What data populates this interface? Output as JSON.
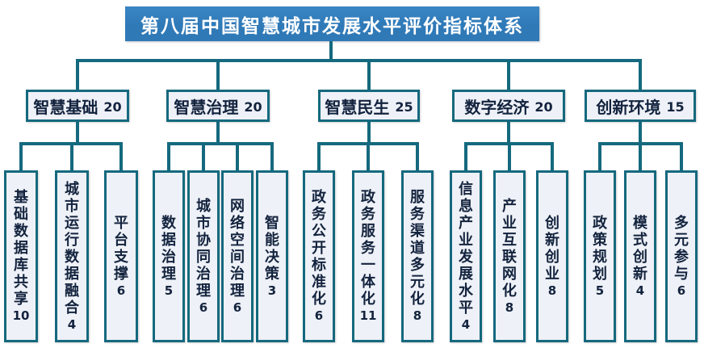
{
  "title": {
    "text": "第八届中国智慧城市发展水平评价指标体系"
  },
  "colors": {
    "connector": "#15697e",
    "title_fill": "#2f79b7",
    "title_fill_light": "#3b86c4",
    "title_text": "#ffffff",
    "node_fill": "#eef1f7",
    "node_border": "#15697e",
    "node_text": "#13233e"
  },
  "groups": [
    {
      "label": "智慧基础",
      "score": "20",
      "children": [
        {
          "label": "基础数据库共享",
          "score": "10"
        },
        {
          "label": "城市运行数据融合",
          "score": "4"
        },
        {
          "label": "平台支撑",
          "score": "6"
        }
      ]
    },
    {
      "label": "智慧治理",
      "score": "20",
      "children": [
        {
          "label": "数据治理",
          "score": "5"
        },
        {
          "label": "城市协同治理",
          "score": "6"
        },
        {
          "label": "网络空间治理",
          "score": "6"
        },
        {
          "label": "智能决策",
          "score": "3"
        }
      ]
    },
    {
      "label": "智慧民生",
      "score": "25",
      "children": [
        {
          "label": "政务公开标准化",
          "score": "6"
        },
        {
          "label": "政务服务一体化",
          "score": "11"
        },
        {
          "label": "服务渠道多元化",
          "score": "8"
        }
      ]
    },
    {
      "label": "数字经济",
      "score": "20",
      "children": [
        {
          "label": "信息产业发展水平",
          "score": "4"
        },
        {
          "label": "产业互联网化",
          "score": "8"
        },
        {
          "label": "创新创业",
          "score": "8"
        }
      ]
    },
    {
      "label": "创新环境",
      "score": "15",
      "children": [
        {
          "label": "政策规划",
          "score": "5"
        },
        {
          "label": "模式创新",
          "score": "4"
        },
        {
          "label": "多元参与",
          "score": "6"
        }
      ]
    }
  ]
}
